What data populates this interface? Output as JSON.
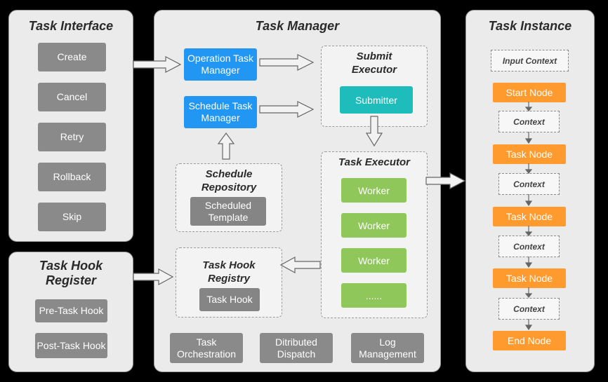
{
  "interface": {
    "title": "Task Interface",
    "buttons": [
      "Create",
      "Cancel",
      "Retry",
      "Rollback",
      "Skip"
    ]
  },
  "hook_register": {
    "title": "Task Hook Register",
    "buttons": [
      "Pre-Task Hook",
      "Post-Task Hook"
    ]
  },
  "manager": {
    "title": "Task Manager",
    "operation": "Operation Task Manager",
    "schedule": "Schedule Task Manager",
    "submit_executor": {
      "title": "Submit Executor",
      "submitter": "Submitter"
    },
    "schedule_repo": {
      "title": "Schedule Repository",
      "template": "Scheduled Template"
    },
    "task_executor": {
      "title": "Task Executor",
      "workers": [
        "Worker",
        "Worker",
        "Worker",
        "......"
      ]
    },
    "hook_registry": {
      "title": "Task Hook Registry",
      "hook": "Task Hook"
    },
    "bottom": [
      "Task Orchestration",
      "Ditributed Dispatch",
      "Log Management"
    ]
  },
  "instance": {
    "title": "Task Instance",
    "input_context": "Input Context",
    "nodes": [
      "Start Node",
      "Task Node",
      "Task Node",
      "Task Node",
      "End Node"
    ],
    "context": "Context"
  },
  "colors": {
    "panel": "#ebebeb",
    "blue": "#2196f3",
    "teal": "#1fbcbc",
    "green": "#8fc75a",
    "orange": "#ff9a2e",
    "grey_button": "#8a8a8a"
  }
}
